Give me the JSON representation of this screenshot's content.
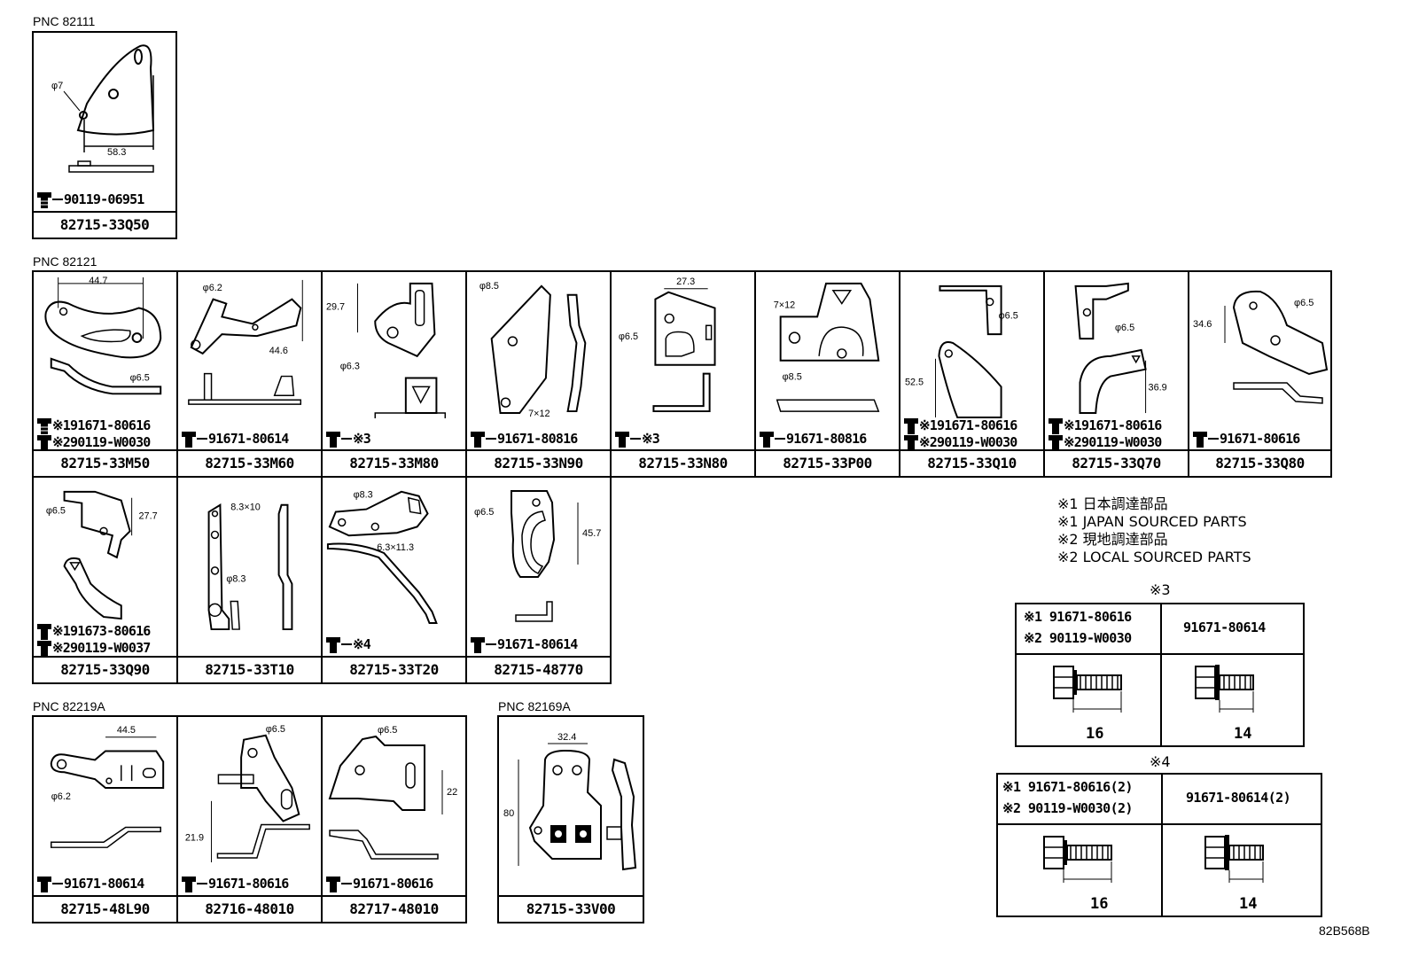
{
  "pnc_groups": [
    {
      "label": "PNC 82111",
      "parts": [
        {
          "part_no": "82715-33Q50",
          "bolts": [
            "90119-06951"
          ],
          "dims": [
            "φ7",
            "58.3"
          ]
        }
      ]
    },
    {
      "label": "PNC 82121",
      "parts": [
        {
          "part_no": "82715-33M50",
          "bolts": [
            "※191671-80616",
            "※290119-W0030"
          ],
          "dims": [
            "44.7",
            "φ6.5"
          ]
        },
        {
          "part_no": "82715-33M60",
          "bolts": [
            "91671-80614"
          ],
          "dims": [
            "φ6.2",
            "44.6"
          ]
        },
        {
          "part_no": "82715-33M80",
          "bolts": [
            "※3"
          ],
          "dims": [
            "29.7",
            "φ6.3"
          ]
        },
        {
          "part_no": "82715-33N90",
          "bolts": [
            "91671-80816"
          ],
          "dims": [
            "φ8.5",
            "7×12"
          ]
        },
        {
          "part_no": "82715-33N80",
          "bolts": [
            "※3"
          ],
          "dims": [
            "27.3",
            "φ6.5"
          ]
        },
        {
          "part_no": "82715-33P00",
          "bolts": [
            "91671-80816"
          ],
          "dims": [
            "7×12",
            "φ8.5"
          ]
        },
        {
          "part_no": "82715-33Q10",
          "bolts": [
            "※191671-80616",
            "※290119-W0030"
          ],
          "dims": [
            "φ6.5",
            "52.5"
          ]
        },
        {
          "part_no": "82715-33Q70",
          "bolts": [
            "※191671-80616",
            "※290119-W0030"
          ],
          "dims": [
            "φ6.5",
            "36.9"
          ]
        },
        {
          "part_no": "82715-33Q80",
          "bolts": [
            "91671-80616"
          ],
          "dims": [
            "φ6.5",
            "34.6"
          ]
        },
        {
          "part_no": "82715-33Q90",
          "bolts": [
            "※191673-80616",
            "※290119-W0037"
          ],
          "dims": [
            "φ6.5",
            "27.7"
          ]
        },
        {
          "part_no": "82715-33T10",
          "bolts": [],
          "dims": [
            "8.3×10",
            "φ8.3"
          ]
        },
        {
          "part_no": "82715-33T20",
          "bolts": [
            "※4"
          ],
          "dims": [
            "φ8.3",
            "6.3×11.3"
          ]
        },
        {
          "part_no": "82715-48770",
          "bolts": [
            "91671-80614"
          ],
          "dims": [
            "φ6.5",
            "45.7"
          ]
        }
      ]
    },
    {
      "label": "PNC 82219A",
      "parts": [
        {
          "part_no": "82715-48L90",
          "bolts": [
            "91671-80614"
          ],
          "dims": [
            "44.5",
            "φ6.2"
          ]
        },
        {
          "part_no": "82716-48010",
          "bolts": [
            "91671-80616"
          ],
          "dims": [
            "φ6.5",
            "21.9"
          ]
        },
        {
          "part_no": "82717-48010",
          "bolts": [
            "91671-80616"
          ],
          "dims": [
            "φ6.5",
            "22"
          ]
        }
      ]
    },
    {
      "label": "PNC 82169A",
      "parts": [
        {
          "part_no": "82715-33V00",
          "bolts": [],
          "dims": [
            "32.4",
            "80"
          ]
        }
      ]
    }
  ],
  "notes": [
    "※1 日本調達部品",
    "※1 JAPAN SOURCED PARTS",
    "※2 現地調達部品",
    "※2 LOCAL SOURCED PARTS"
  ],
  "bolt_tables": [
    {
      "title": "※3",
      "col1": [
        "※1 91671-80616",
        "※2 90119-W0030"
      ],
      "col1_length": "16",
      "col2": [
        "91671-80614"
      ],
      "col2_length": "14"
    },
    {
      "title": "※4",
      "col1": [
        "※1 91671-80616(2)",
        "※2 90119-W0030(2)"
      ],
      "col1_length": "16",
      "col2": [
        "91671-80614(2)"
      ],
      "col2_length": "14"
    }
  ],
  "figure_code": "82B568B",
  "icons": {
    "bolt": "hex-bolt-icon"
  }
}
